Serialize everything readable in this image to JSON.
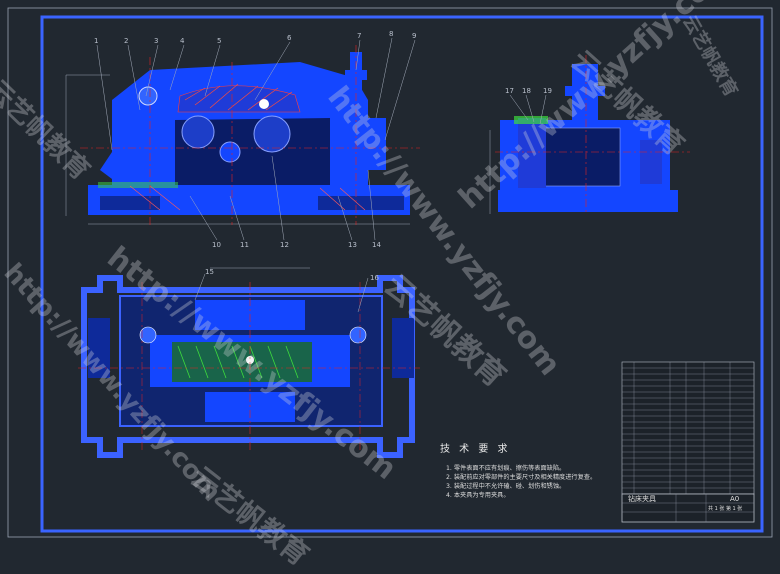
{
  "drawing": {
    "balloons_front": [
      "1",
      "2",
      "3",
      "4",
      "5",
      "6",
      "7",
      "8",
      "9",
      "10",
      "11",
      "12",
      "13",
      "14"
    ],
    "balloons_side": [
      "17",
      "18",
      "19"
    ],
    "balloons_top": [
      "15",
      "16"
    ],
    "tech_title": "技 术 要 求",
    "tech_notes": [
      "1. 零件表面不应有划痕、擦伤等表面缺陷。",
      "2. 装配前应对零部件的主要尺寸及相关精度进行复查。",
      "3. 装配过程中不允许磕、碰、划伤和锈蚀。",
      "4. 本夹具为专用夹具。"
    ],
    "title_block": {
      "name": "钻床夹具",
      "scale": "A0",
      "sheet": "共 1 张 第 1 张"
    }
  },
  "watermarks": [
    "http://www.yzfjy.com",
    "云艺帆教育"
  ],
  "colors": {
    "background": "#212830",
    "part": "#1446ff",
    "outline": "#3b62ff",
    "frame": "#3a64ff",
    "centerline": "#e22222",
    "section": "#3ddc3d",
    "hatch": "#ff3c3c"
  }
}
